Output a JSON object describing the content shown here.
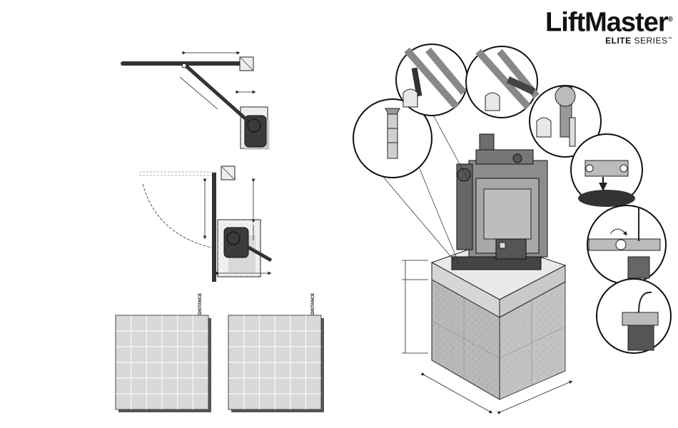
{
  "brand": {
    "name": "LiftMaster",
    "registered_mark": "®",
    "series_bold": "ELITE",
    "series_rest": " SERIES",
    "trademark": "™"
  },
  "grids": {
    "left_label": "DISTANCE",
    "right_label": "DISTANCE"
  }
}
